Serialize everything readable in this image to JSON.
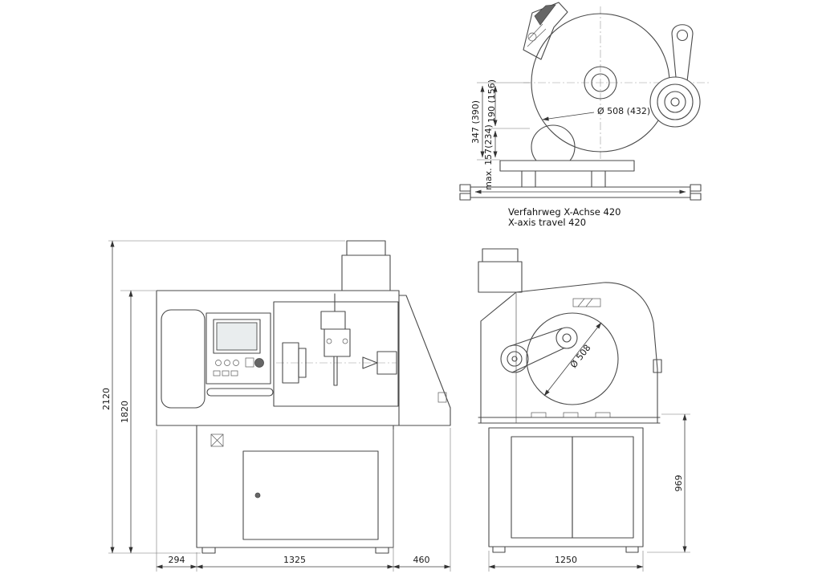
{
  "drawing": {
    "background": "#ffffff",
    "line_color": "#4a4a4a",
    "text_color": "#1a1a1a"
  },
  "detail_view": {
    "dim_wheel_center_height": "347 (390)",
    "dim_upper": "190 (156)",
    "dim_max": "max. 157(234)",
    "wheel_diameter": "Ø 508 (432)",
    "caption_line1": "Verfahrweg X-Achse 420",
    "caption_line2": "X-axis travel 420"
  },
  "front_view": {
    "dim_total_height": "2120",
    "dim_body_height": "1820",
    "dim_left_offset": "294",
    "dim_body_width": "1325",
    "dim_right_offset": "460"
  },
  "side_view": {
    "wheel_diameter": "Ø 508",
    "dim_base_height": "969",
    "dim_width": "1250"
  }
}
